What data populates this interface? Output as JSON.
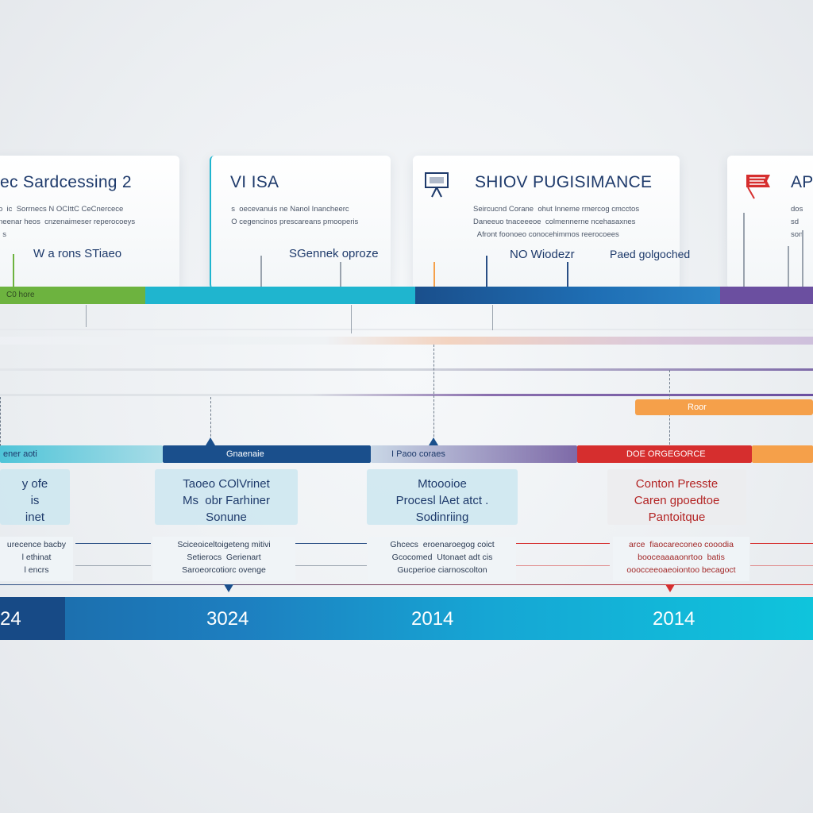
{
  "colors": {
    "green": "#6db33f",
    "teal": "#1fb5cf",
    "navy": "#1a4f8c",
    "purple": "#6b4fa0",
    "orange": "#f5a04a",
    "red": "#d62e2e"
  },
  "cards": [
    {
      "title": "ec Sardcessing 2",
      "desc": "o  ic  Sorrnecs N OCIttC CeCnercece\nneenar heos  cnzenaimeser reperocoeys\n  s",
      "label": "W a rons  STiaeo",
      "icon": ""
    },
    {
      "title": "VI  ISA",
      "desc": "  s  oecevanuis ne Nanol Inancheerc\n  O cegencinos prescareans pmooperis",
      "label": "SGennek  oproze",
      "icon": ""
    },
    {
      "title": "SHIOV PUGISIMANCE",
      "desc": "Seircucnd Corane  ohut Inneme rmercog cmcctos\nDaneeuo tnaceeeoe  colmennerne ncehasaxnes\n  Afront foonoeo conocehimmos reerocoees",
      "label": "NO  Wiodezr",
      "label2": "Paed  golgoched",
      "icon": "presentation-board-icon"
    },
    {
      "title": "AP",
      "desc": "dos\nsd\nson",
      "label": "",
      "icon": "flag-icon"
    }
  ],
  "top_band": {
    "first_label": "C0 hore"
  },
  "mid_band": {
    "labels": [
      "ener aoti",
      "Gnaenaie",
      "I  Paoo coraes",
      "DOE ORGEGORCE"
    ],
    "orange_label": "Roor"
  },
  "boxes": [
    {
      "lines": "y ofe\nis\ninet",
      "variant": "blue"
    },
    {
      "lines": "Taoeo COlVrinet\nMs  obr Farhiner\nSonune",
      "variant": "blue"
    },
    {
      "lines": "Mtoooioe\nProcesl lAet atct .\nSodinriing",
      "variant": "blue"
    },
    {
      "lines": "Conton Presste\nCaren gpoedtoe\nPantoitque",
      "variant": "red"
    }
  ],
  "notes": [
    {
      "lines": "urecence bacby\nl ethinat\nl encrs",
      "variant": "blue"
    },
    {
      "lines": "Sciceoiceltoigeteng mitivi\nSetierocs  Gerienart\nSaroeorcotiorc ovenge",
      "variant": "blue"
    },
    {
      "lines": "Ghcecs  eroenaroegog coict\nGcocomed  Utonaet adt cis\nGucperioe ciarnoscolton",
      "variant": "blue"
    },
    {
      "lines": "arce  fiaocareconeo cooodia\nbooceaaaaonrtoo  batis\nooocceeoaeoiontoo becagoct",
      "variant": "red"
    }
  ],
  "years": [
    "24",
    "3024",
    "2014",
    "2014"
  ]
}
